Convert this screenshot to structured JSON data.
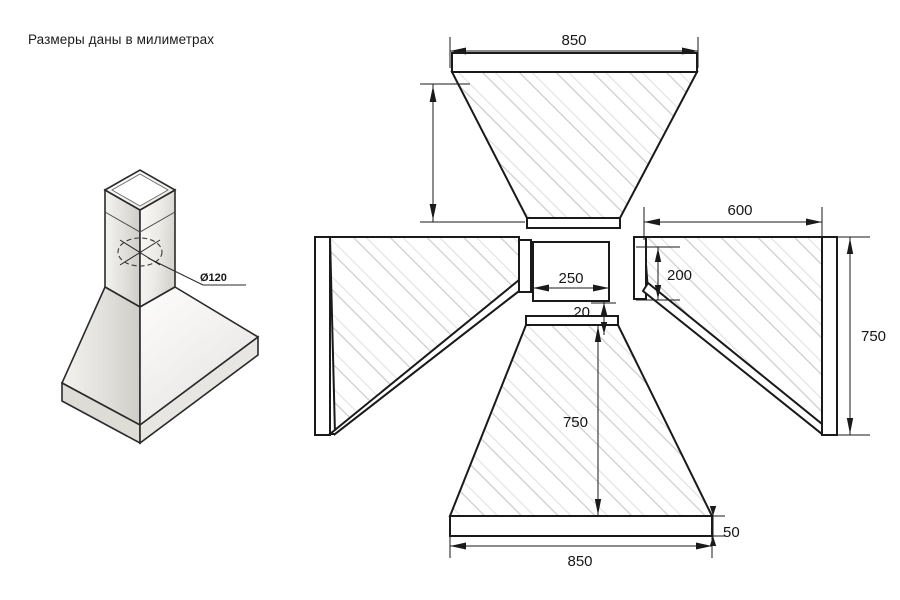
{
  "drawing": {
    "note": "Размеры даны в милиметрах",
    "units": "mm",
    "line_color": "#1a1a1a",
    "hatch_color": "#b9bcc0",
    "fill_color": "#ffffff"
  },
  "iso_view": {
    "name": "range-hood-3d-view",
    "diameter_label": "Ø120",
    "diameter_value": 120
  },
  "flat_pattern": {
    "center_panel": {
      "width_label": "250",
      "width_value": 250
    },
    "top_panel": {
      "top_width_label": "850",
      "top_width_value": 850
    },
    "bottom_panel": {
      "height_label": "750",
      "height_value": 750,
      "flange_label": "50",
      "flange_value": 50,
      "bottom_width_label": "850",
      "bottom_width_value": 850,
      "gap_label": "20",
      "gap_value": 20
    },
    "right_panel": {
      "top_width_label": "600",
      "top_width_value": 600,
      "inner_height_label": "200",
      "inner_height_value": 200,
      "outer_height_label": "750",
      "outer_height_value": 750
    }
  }
}
